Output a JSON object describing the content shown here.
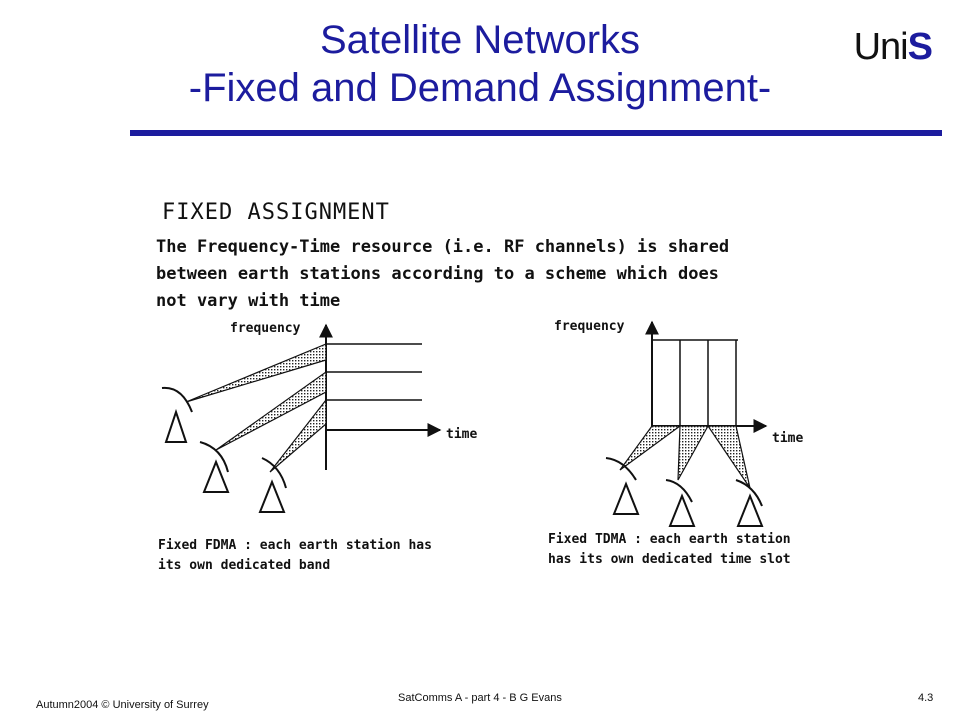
{
  "slide": {
    "title_line1": "Satellite Networks",
    "title_line2": "-Fixed and Demand Assignment-",
    "logo_text": "Uni",
    "logo_accent": "S"
  },
  "content": {
    "heading": "FIXED ASSIGNMENT",
    "description_lines": [
      "The Frequency-Time resource (i.e. RF channels) is shared",
      "between earth stations according to a scheme which does",
      "not vary with time"
    ]
  },
  "fdma": {
    "axis_y_label": "frequency",
    "axis_x_label": "time",
    "caption_lines": [
      "Fixed FDMA : each earth station has",
      "its own dedicated band"
    ]
  },
  "tdma": {
    "axis_y_label": "frequency",
    "axis_x_label": "time",
    "caption_lines": [
      "Fixed TDMA : each earth station",
      "has its own dedicated  time slot"
    ]
  },
  "footer": {
    "left": "Autumn2004 © University of Surrey",
    "center": "SatComms A - part 4 - B G Evans",
    "right": "4.3"
  },
  "colors": {
    "title": "#1c1c9e",
    "rule": "#1c1c9e"
  }
}
